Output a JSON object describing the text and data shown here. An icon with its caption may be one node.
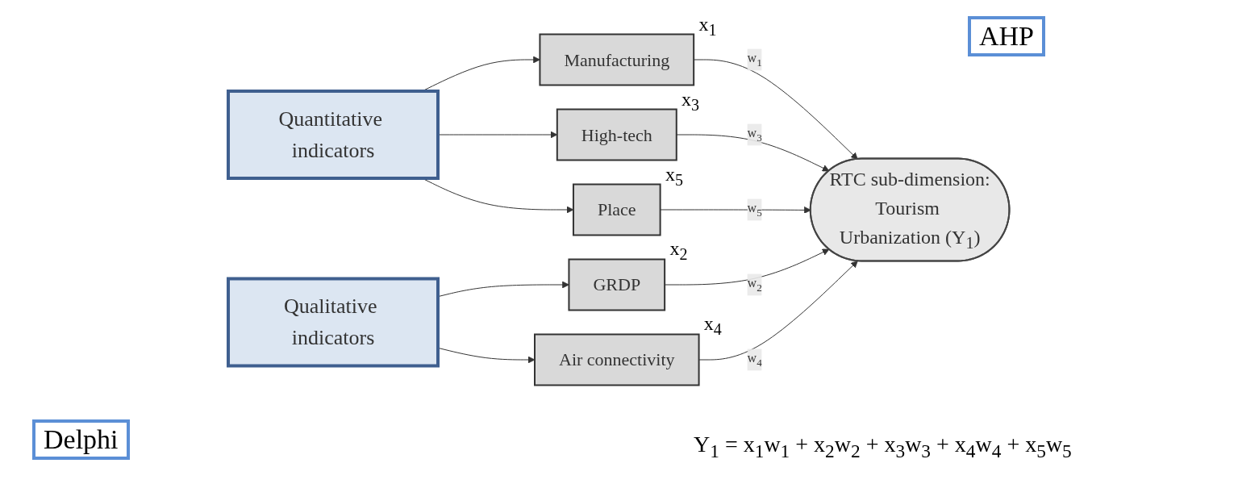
{
  "diagram": {
    "nodes": [
      {
        "text": [
          "Quantitative indicators"
        ]
      },
      {
        "text": [
          "Qualitative indicators"
        ]
      },
      {
        "text": [
          "Manufacturing"
        ],
        "beside": [
          "x$_{1}$"
        ]
      },
      {
        "text": [
          "GRDP"
        ],
        "beside": [
          "x$_{2}$"
        ]
      },
      {
        "text": [
          "High-tech"
        ],
        "beside": [
          "x$_{3}$"
        ]
      },
      {
        "text": [
          "Air connectivity"
        ],
        "beside": [
          "x$_{4}$"
        ]
      },
      {
        "text": [
          "Place"
        ],
        "beside": [
          "x$_{5}$"
        ]
      },
      {
        "text": [
          "RTC sub-dimension:",
          "Tourism Urbanization (Y$_{1}$)"
        ]
      }
    ],
    "edges": [
      {
        "from": 0,
        "to": 2,
        "arrow": "to"
      },
      {
        "from": 0,
        "to": 4,
        "arrow": "to"
      },
      {
        "from": 0,
        "to": 6,
        "arrow": "to"
      },
      {
        "from": 1,
        "to": 3,
        "arrow": "to"
      },
      {
        "from": 1,
        "to": 5,
        "arrow": "to"
      },
      {
        "from": 2,
        "to": 7,
        "arrow": "to",
        "label": "w$_{1}$"
      },
      {
        "from": 3,
        "to": 7,
        "arrow": "to",
        "label": "w$_{2}$"
      },
      {
        "from": 4,
        "to": 7,
        "arrow": "to",
        "label": "w$_{3}$"
      },
      {
        "from": 5,
        "to": 7,
        "arrow": "to",
        "label": "w$_{4}$"
      },
      {
        "from": 6,
        "to": 7,
        "arrow": "to",
        "label": "w$_{5}$"
      }
    ],
    "labels": [
      "AHP",
      "Delphi",
      "Y$_{1}$ = x$_{1}$w$_{1}$ + x$_{2}$w$_{2}$ + x$_{3}$w$_{3}$ + x$_{4}$w$_{4}$ + x$_{5}$w$_{5}$"
    ]
  }
}
